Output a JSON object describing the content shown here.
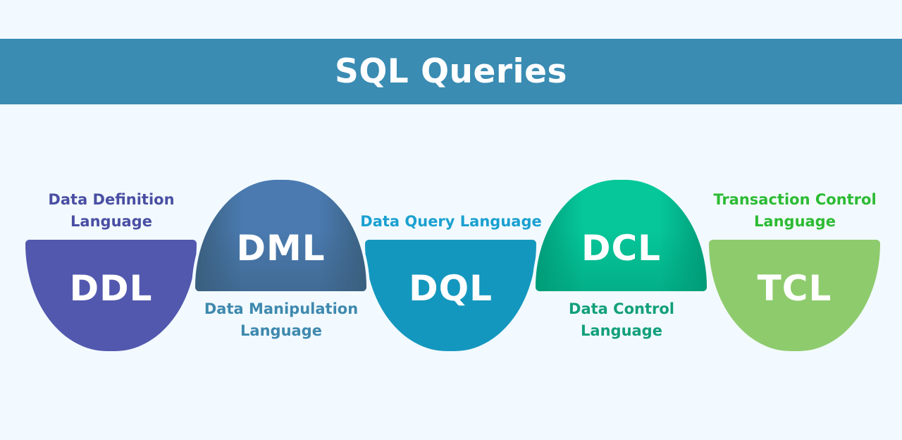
{
  "header": {
    "title": "SQL Queries",
    "background_color": "#3a8cb3",
    "title_color": "#ffffff"
  },
  "page": {
    "background_color": "#f2faff"
  },
  "diagram": {
    "type": "semicircle-chain",
    "nodes": [
      {
        "abbr": "DDL",
        "caption": "Data Definition Language",
        "caption_position": "above",
        "shape": "flat-top-half-disc",
        "fill_color": "#5258ae",
        "caption_color": "#4a4fa3",
        "abbr_color": "#ffffff"
      },
      {
        "abbr": "DML",
        "caption": "Data Manipulation Language",
        "caption_position": "below",
        "shape": "dome",
        "fill_color": "#4a7ab0",
        "fill_color_edge": "#3a5f7e",
        "caption_color": "#3f89ae",
        "abbr_color": "#ffffff"
      },
      {
        "abbr": "DQL",
        "caption": "Data Query Language",
        "caption_position": "above",
        "shape": "flat-top-half-disc",
        "fill_color": "#1497be",
        "caption_color": "#1ba0d0",
        "abbr_color": "#ffffff"
      },
      {
        "abbr": "DCL",
        "caption": "Data Control Language",
        "caption_position": "below",
        "shape": "dome",
        "fill_color": "#06c79a",
        "fill_color_edge": "#009b78",
        "caption_color": "#12a07a",
        "abbr_color": "#ffffff"
      },
      {
        "abbr": "TCL",
        "caption": "Transaction Control Language",
        "caption_position": "above",
        "shape": "flat-top-half-disc",
        "fill_color": "#8ecb6d",
        "caption_color": "#2dbb34",
        "abbr_color": "#ffffff"
      }
    ]
  }
}
